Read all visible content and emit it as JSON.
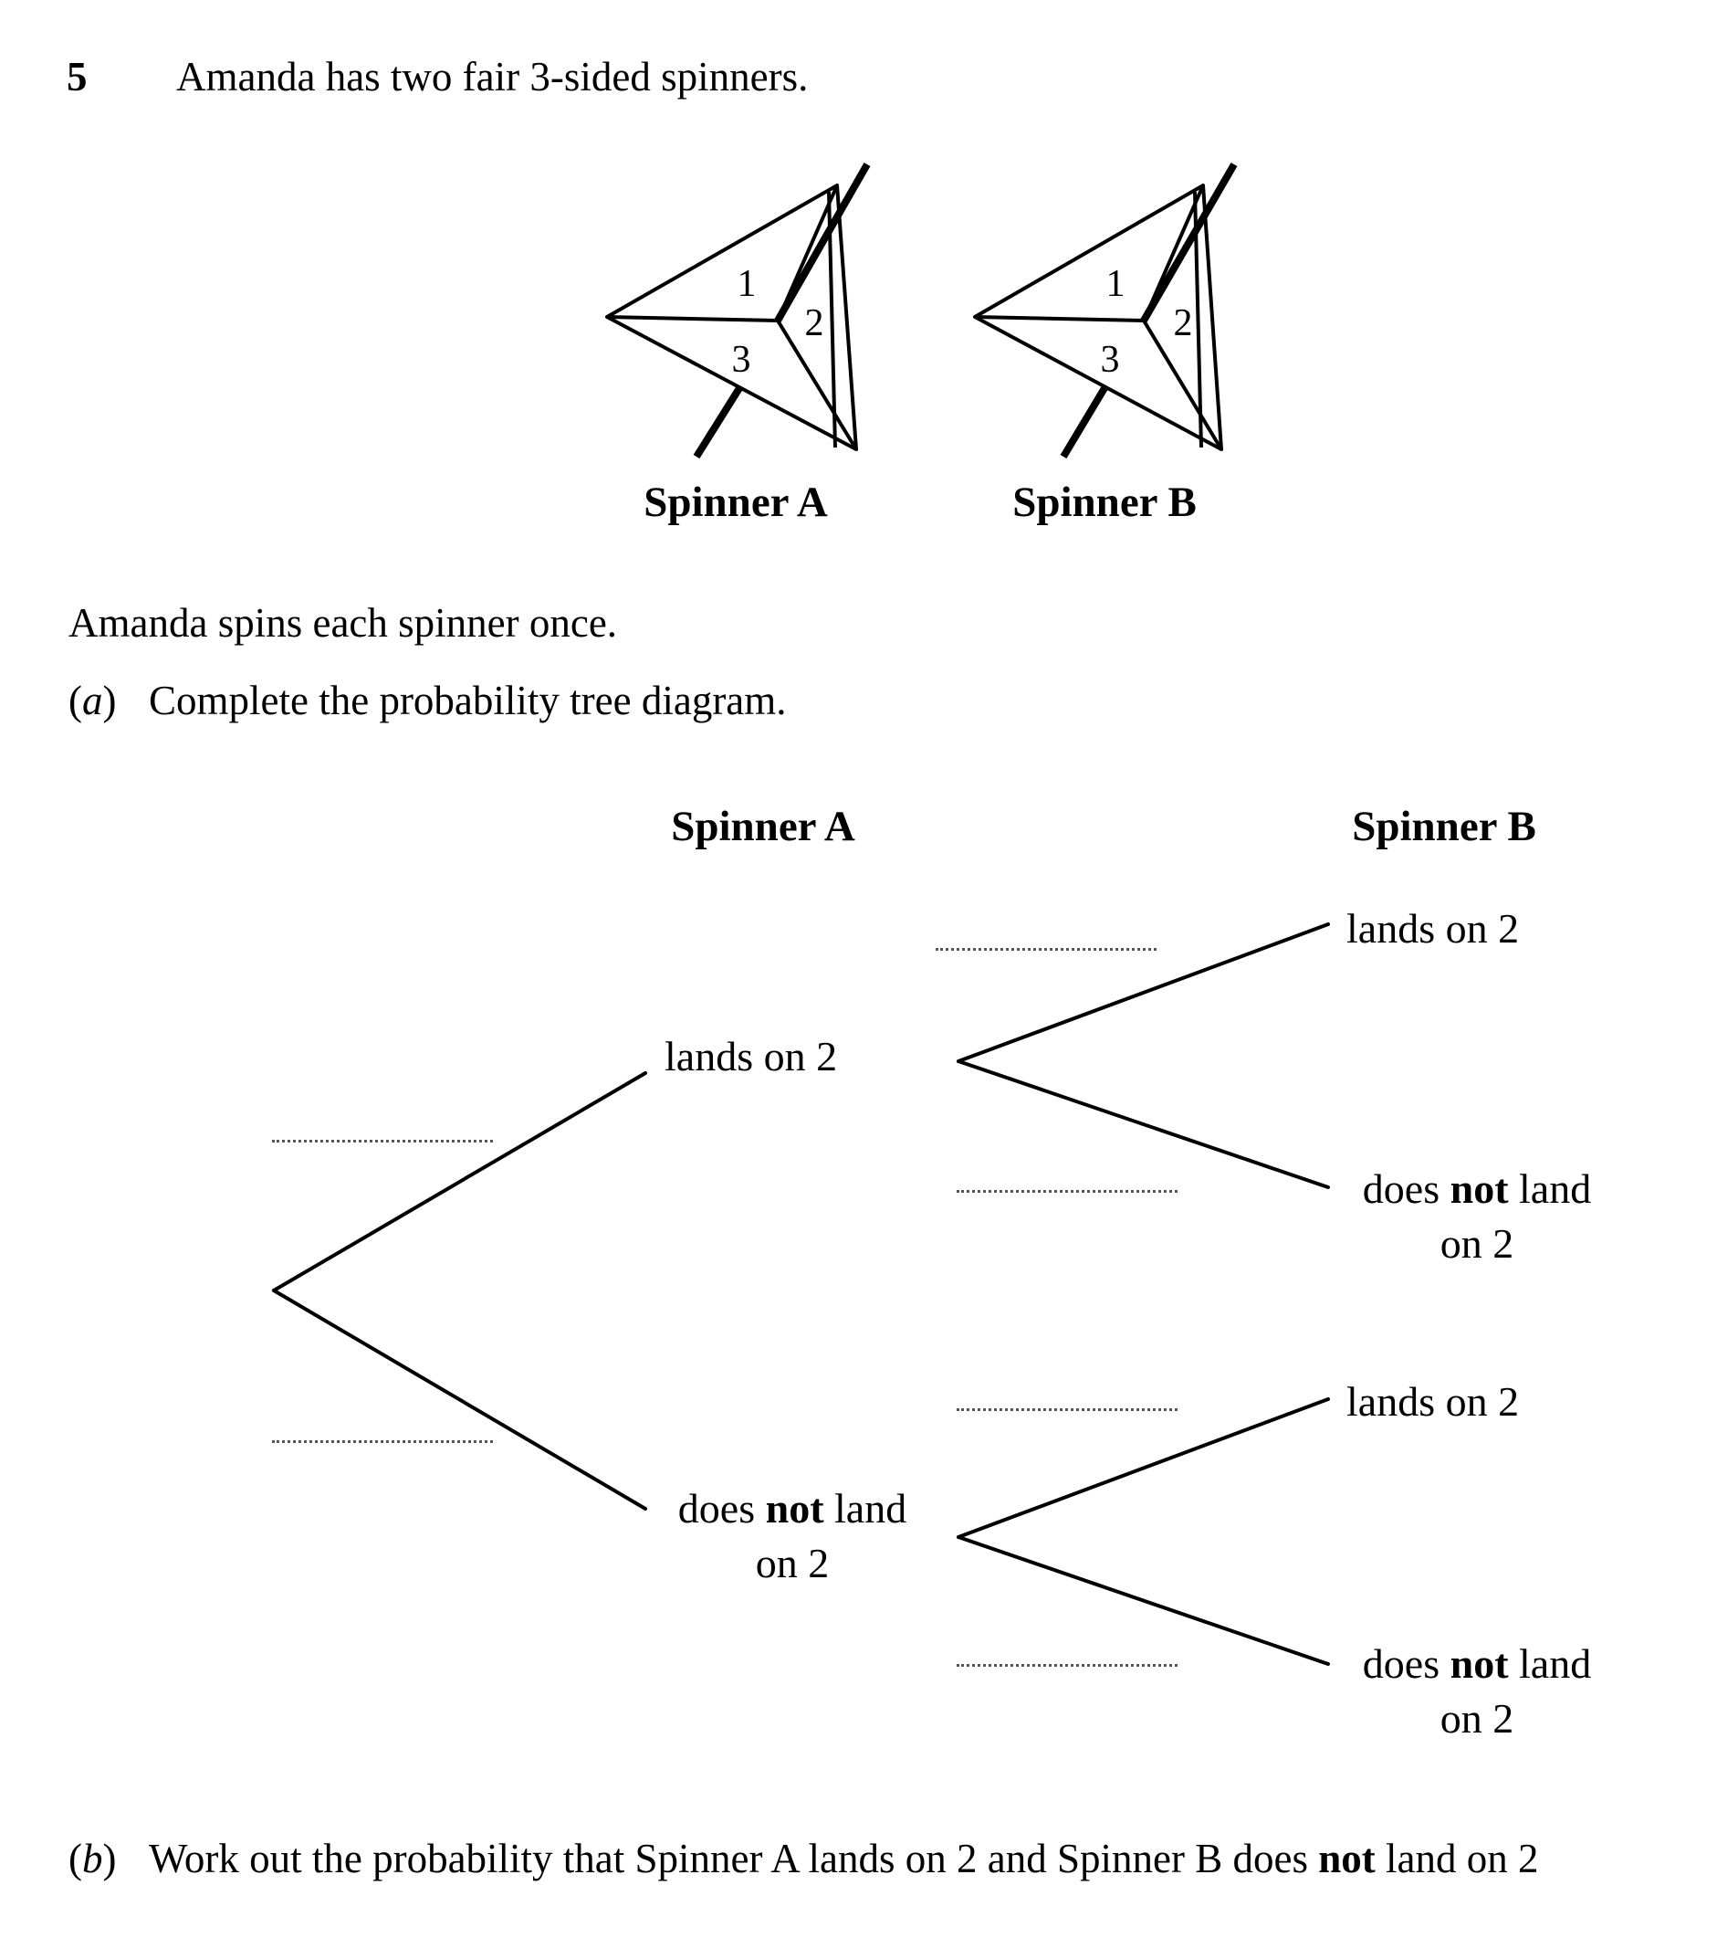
{
  "question": {
    "number": "5",
    "intro": "Amanda has two fair 3-sided spinners."
  },
  "spinners": [
    {
      "caption": "Spinner A",
      "sections": [
        "1",
        "2",
        "3"
      ]
    },
    {
      "caption": "Spinner B",
      "sections": [
        "1",
        "2",
        "3"
      ]
    }
  ],
  "statement": "Amanda spins each spinner once.",
  "part_a": {
    "letter": "a",
    "text": "Complete the probability tree diagram."
  },
  "tree": {
    "header_a": "Spinner A",
    "header_b": "Spinner B",
    "first_branch": {
      "top": {
        "pre": "lands on 2",
        "bold": "",
        "post": "",
        "line2": ""
      },
      "bottom": {
        "pre": "does ",
        "bold": "not",
        "post": " land",
        "line2": "on 2"
      }
    },
    "second_branch": {
      "top_top": {
        "pre": "lands on 2",
        "bold": "",
        "post": "",
        "line2": ""
      },
      "top_bottom": {
        "pre": "does ",
        "bold": "not",
        "post": " land",
        "line2": "on 2"
      },
      "bottom_top": {
        "pre": "lands on 2",
        "bold": "",
        "post": "",
        "line2": ""
      },
      "bottom_bottom": {
        "pre": "does ",
        "bold": "not",
        "post": " land",
        "line2": "on 2"
      }
    }
  },
  "part_b": {
    "letter": "b",
    "text_pre": "Work out the probability that Spinner A lands on 2 and Spinner B does ",
    "text_bold": "not",
    "text_post": " land on 2"
  }
}
